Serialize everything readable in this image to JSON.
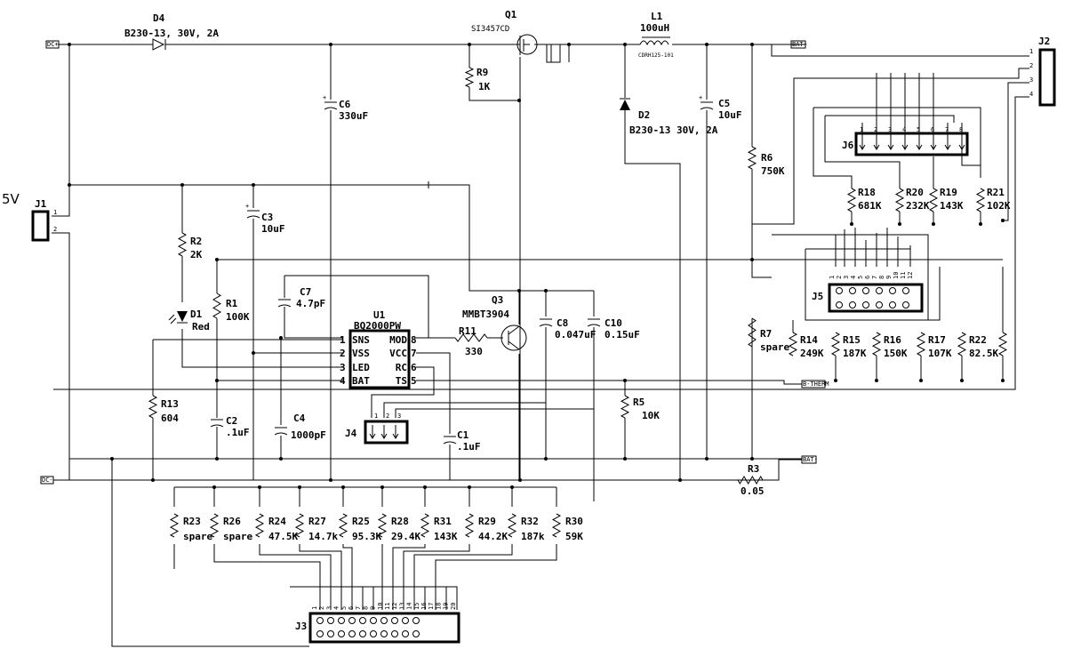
{
  "side_label": "5V",
  "parts": {
    "D4": {
      "ref": "D4",
      "value": "B230-13, 30V, 2A"
    },
    "Q1": {
      "ref": "Q1",
      "value": "SI3457CD"
    },
    "L1": {
      "ref": "L1",
      "value": "100uH",
      "part": "CDRH125-101"
    },
    "J2": {
      "ref": "J2"
    },
    "R9": {
      "ref": "R9",
      "value": "1K"
    },
    "C6": {
      "ref": "C6",
      "value": "330uF"
    },
    "D2": {
      "ref": "D2",
      "value": "B230-13 30V, 2A"
    },
    "C5": {
      "ref": "C5",
      "value": "10uF"
    },
    "R6": {
      "ref": "R6",
      "value": "750K"
    },
    "J6": {
      "ref": "J6"
    },
    "J1": {
      "ref": "J1"
    },
    "C3": {
      "ref": "C3",
      "value": "10uF"
    },
    "R2": {
      "ref": "R2",
      "value": "2K"
    },
    "D1": {
      "ref": "D1",
      "value": "Red"
    },
    "R1": {
      "ref": "R1",
      "value": "100K"
    },
    "C7": {
      "ref": "C7",
      "value": "4.7pF"
    },
    "U1": {
      "ref": "U1",
      "value": "BQ2000PW"
    },
    "Q3": {
      "ref": "Q3",
      "value": "MMBT3904"
    },
    "R11": {
      "ref": "R11",
      "value": "330"
    },
    "C8": {
      "ref": "C8",
      "value": "0.047uF"
    },
    "C10": {
      "ref": "C10",
      "value": "0.15uF"
    },
    "R13": {
      "ref": "R13",
      "value": "604"
    },
    "C2": {
      "ref": "C2",
      "value": ".1uF"
    },
    "C4": {
      "ref": "C4",
      "value": "1000pF"
    },
    "J4": {
      "ref": "J4"
    },
    "C1": {
      "ref": "C1",
      "value": ".1uF"
    },
    "R5": {
      "ref": "R5",
      "value": "10K"
    },
    "R3": {
      "ref": "R3",
      "value": "0.05"
    },
    "J5": {
      "ref": "J5"
    },
    "R7": {
      "ref": "R7",
      "value": "spare"
    },
    "J3": {
      "ref": "J3"
    }
  },
  "j6_resistors": [
    {
      "ref": "R18",
      "value": "681K"
    },
    {
      "ref": "R20",
      "value": "232K"
    },
    {
      "ref": "R19",
      "value": "143K"
    },
    {
      "ref": "R21",
      "value": "102K"
    }
  ],
  "j5_resistors": [
    {
      "ref": "R14",
      "value": "249K"
    },
    {
      "ref": "R15",
      "value": "187K"
    },
    {
      "ref": "R16",
      "value": "150K"
    },
    {
      "ref": "R17",
      "value": "107K"
    },
    {
      "ref": "R22",
      "value": "82.5K"
    }
  ],
  "j3_resistors": [
    {
      "ref": "R23",
      "value": "spare"
    },
    {
      "ref": "R26",
      "value": "spare"
    },
    {
      "ref": "R24",
      "value": "47.5K"
    },
    {
      "ref": "R27",
      "value": "14.7k"
    },
    {
      "ref": "R25",
      "value": "95.3K"
    },
    {
      "ref": "R28",
      "value": "29.4K"
    },
    {
      "ref": "R31",
      "value": "143K"
    },
    {
      "ref": "R29",
      "value": "44.2K"
    },
    {
      "ref": "R32",
      "value": "187k"
    },
    {
      "ref": "R30",
      "value": "59K"
    }
  ],
  "u1_pins": [
    {
      "num": "1",
      "name": "SNS"
    },
    {
      "num": "2",
      "name": "VSS"
    },
    {
      "num": "3",
      "name": "LED"
    },
    {
      "num": "4",
      "name": "BAT"
    },
    {
      "num": "8",
      "name": "MOD"
    },
    {
      "num": "7",
      "name": "VCC"
    },
    {
      "num": "6",
      "name": "RC"
    },
    {
      "num": "5",
      "name": "TS"
    }
  ],
  "net_flags": {
    "dc_plus": "DC+",
    "dc_minus": "DC-",
    "bat_plus": "BAT+",
    "bat_minus": "BAT-",
    "b_therm": "B-THERM"
  },
  "connector_pins": {
    "j1": [
      "1",
      "2"
    ],
    "j2": [
      "1",
      "2",
      "3",
      "4"
    ],
    "j4": [
      "1",
      "2",
      "3"
    ],
    "j6": [
      "1",
      "2",
      "3",
      "4",
      "5",
      "6",
      "7",
      "8"
    ],
    "j5": [
      "1",
      "2",
      "3",
      "4",
      "5",
      "6",
      "7",
      "8",
      "9",
      "10",
      "11",
      "12"
    ],
    "j3": [
      "1",
      "2",
      "3",
      "4",
      "5",
      "6",
      "7",
      "8",
      "9",
      "10",
      "11",
      "12",
      "13",
      "14",
      "15",
      "16",
      "17",
      "18",
      "19",
      "20"
    ]
  }
}
